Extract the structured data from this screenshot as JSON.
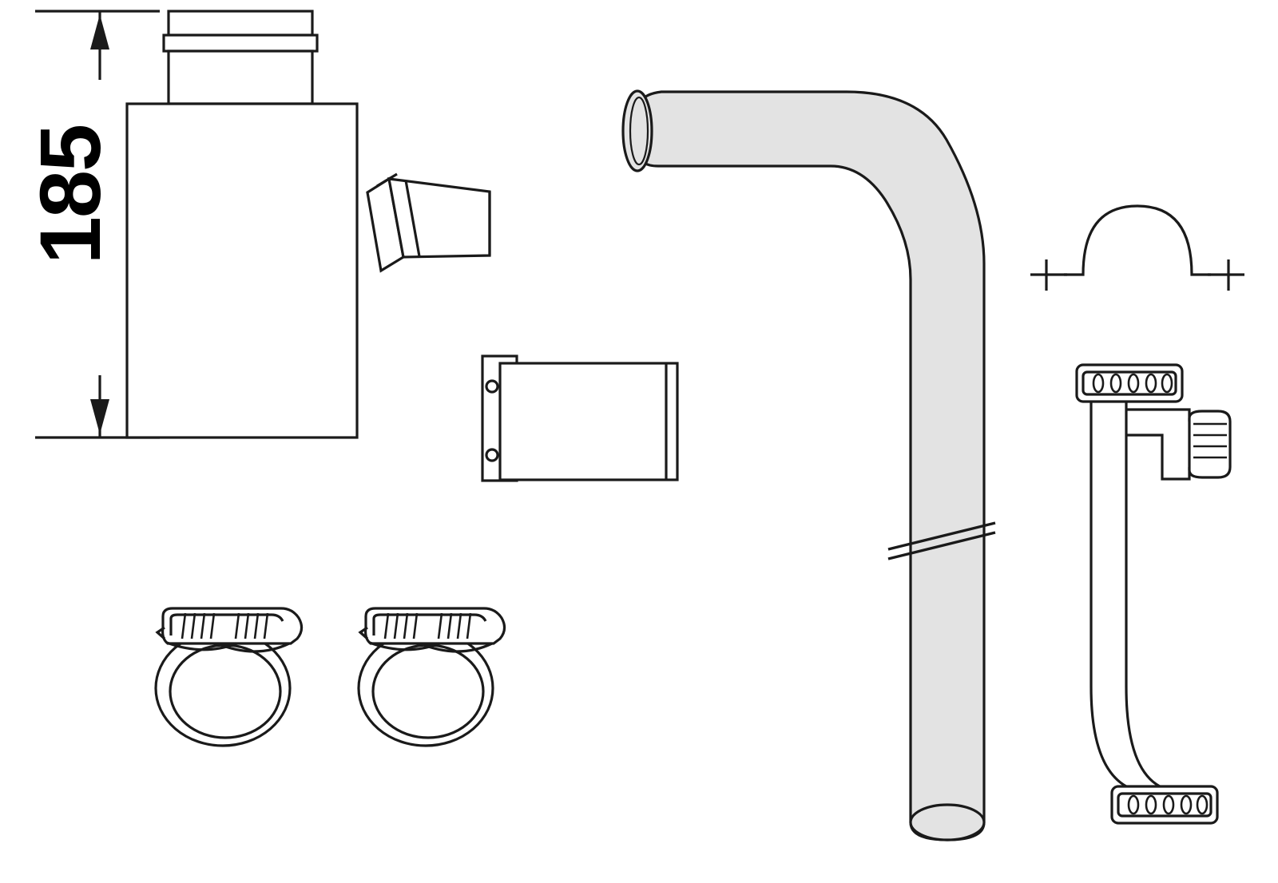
{
  "drawing": {
    "title": "Technical exploded parts diagram",
    "background_color": "#ffffff",
    "line_color": "#1a1a1a",
    "fill_color": "#e3e3e3",
    "dimension": {
      "value": "185",
      "orientation": "vertical",
      "arrow_style": "double-arrow"
    },
    "parts": [
      {
        "name": "reservoir-tank",
        "label": ""
      },
      {
        "name": "angled-outlet-spout",
        "label": ""
      },
      {
        "name": "mounting-bracket",
        "label": ""
      },
      {
        "name": "hose-clamp-left",
        "label": ""
      },
      {
        "name": "hose-clamp-right",
        "label": ""
      },
      {
        "name": "bent-hose",
        "label": ""
      },
      {
        "name": "arch-profile-symbol",
        "label": ""
      },
      {
        "name": "strap-band",
        "label": ""
      }
    ]
  }
}
